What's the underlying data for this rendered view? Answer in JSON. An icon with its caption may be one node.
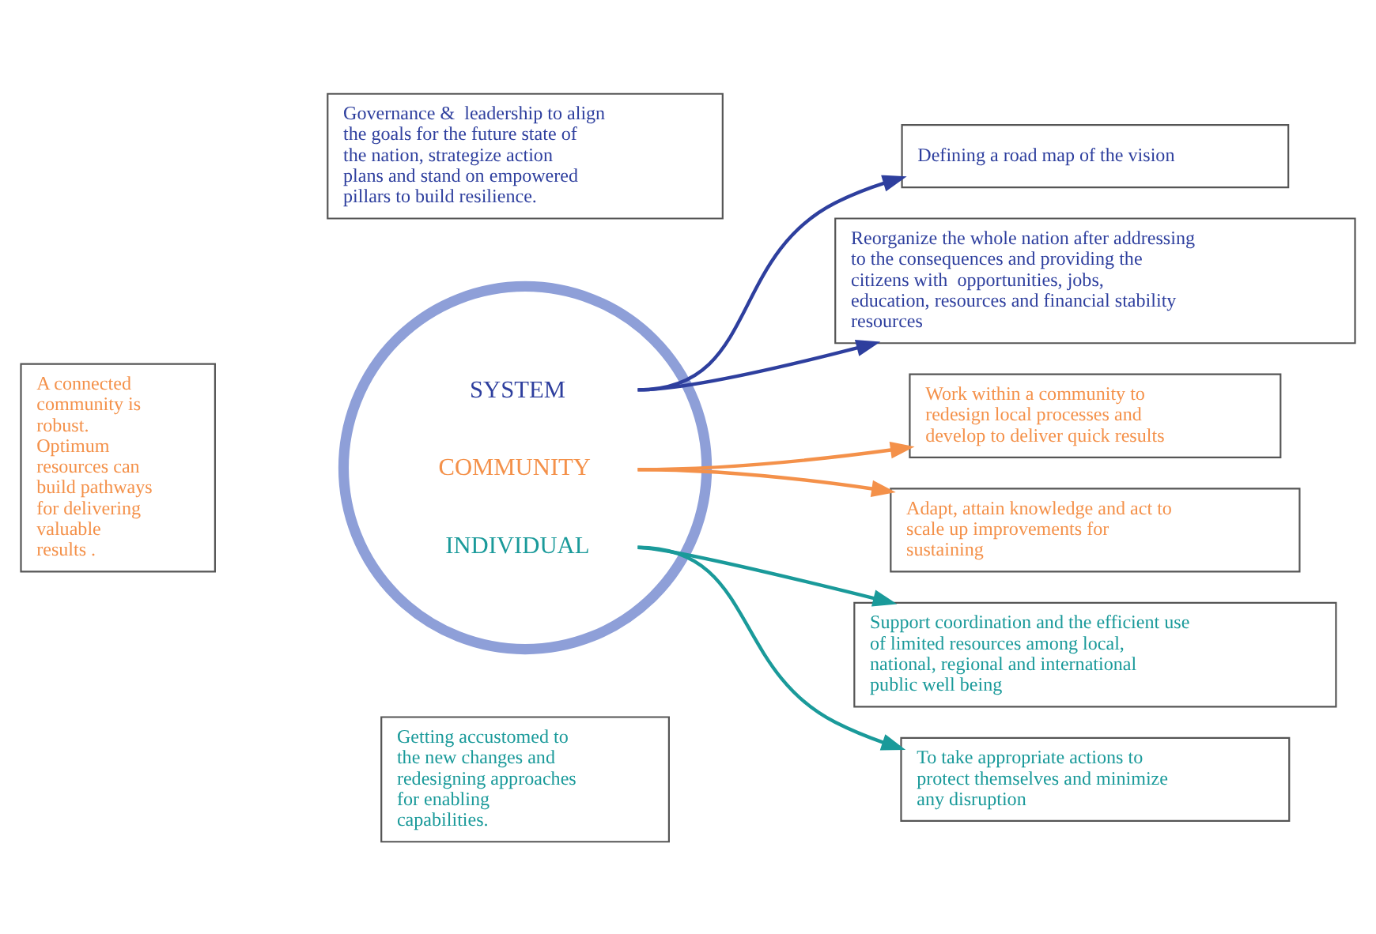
{
  "diagram": {
    "nodes": [
      {
        "text": [
          "Governance &  leadership to align the goals for the future state of the nation, strategize action plans and stand on empowered pillars to build resilience."
        ]
      },
      {
        "text": [
          "SYSTEM",
          "COMMUNITY",
          "INDIVIDUAL"
        ]
      },
      {
        "text": [
          "Defining a road map of the vision"
        ]
      },
      {
        "text": [
          "Reorganize the whole nation after addressing to the consequences and providing the citizens with  opportunities, jobs, education, resources and financial stability resources"
        ]
      },
      {
        "text": [
          "Work within a community to redesign local processes and develop to deliver quick results"
        ]
      },
      {
        "text": [
          "Adapt, attain knowledge and act to scale up improvements for sustaining"
        ]
      },
      {
        "text": [
          "Support coordination and the efficient use of limited resources among local, national, regional and international public well being"
        ]
      },
      {
        "text": [
          "To take appropriate actions to protect themselves and minimize any disruption"
        ]
      },
      {
        "text": [
          "A connected community is robust. Optimum resources can build pathways for delivering valuable results ."
        ]
      },
      {
        "text": [
          "Getting accustomed to the new changes and redesigning approaches for enabling capabilities."
        ]
      }
    ],
    "edges": [
      {
        "from": 1,
        "to": 2,
        "arrow": "to",
        "color": "#2e3f9e"
      },
      {
        "from": 1,
        "to": 3,
        "arrow": "to",
        "color": "#2e3f9e"
      },
      {
        "from": 1,
        "to": 4,
        "arrow": "to",
        "color": "#f4914a"
      },
      {
        "from": 1,
        "to": 5,
        "arrow": "to",
        "color": "#f4914a"
      },
      {
        "from": 1,
        "to": 6,
        "arrow": "to",
        "color": "#1a9a9a"
      },
      {
        "from": 1,
        "to": 7,
        "arrow": "to",
        "color": "#1a9a9a"
      }
    ]
  }
}
